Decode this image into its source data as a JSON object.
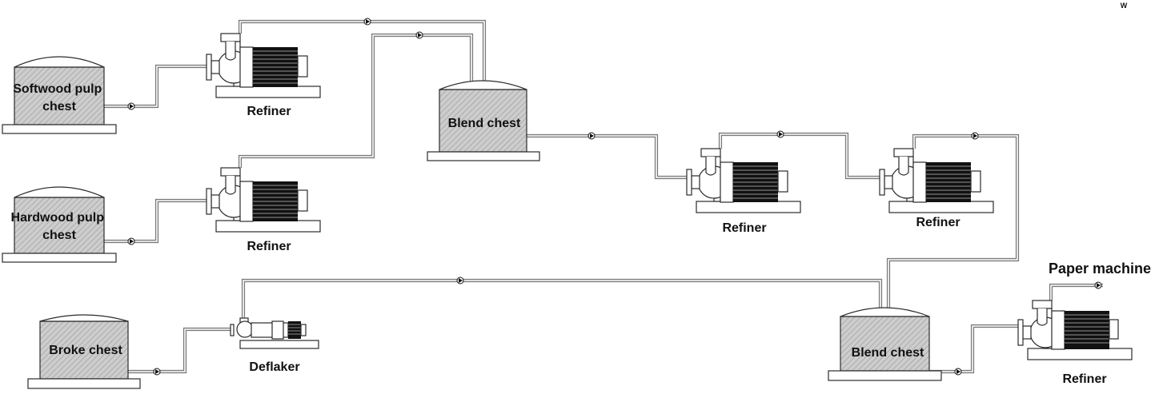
{
  "labels": {
    "softwood_chest": [
      "Softwood pulp",
      "chest"
    ],
    "hardwood_chest": [
      "Hardwood pulp",
      "chest"
    ],
    "broke_chest": "Broke chest",
    "blend_chest_1": "Blend chest",
    "blend_chest_2": "Blend chest",
    "refiner_1": "Refiner",
    "refiner_2": "Refiner",
    "refiner_3": "Refiner",
    "refiner_4": "Refiner",
    "refiner_5": "Refiner",
    "deflaker": "Deflaker",
    "paper_machine": "Paper machine",
    "corner_mark": "W"
  },
  "colors": {
    "pipe": "#7a7a7a",
    "tank_fill": "#c8c8c8",
    "motor": "#111111",
    "outline": "#2b2b2b"
  }
}
